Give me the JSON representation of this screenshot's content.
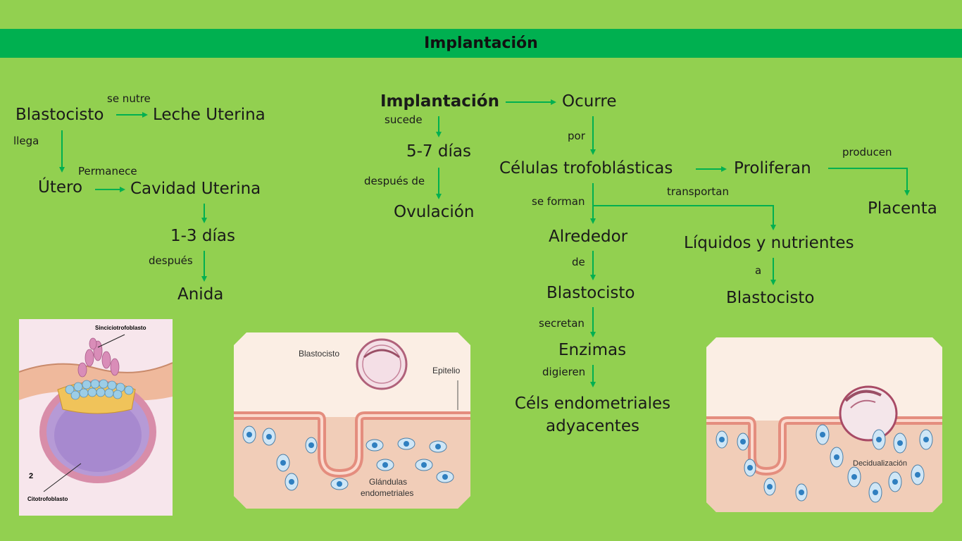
{
  "header": {
    "title": "Implantación"
  },
  "left_map": {
    "blastocisto": "Blastocisto",
    "se_nutre": "se nutre",
    "leche_uterina": "Leche Uterina",
    "llega": "llega",
    "utero": "Útero",
    "permanece": "Permanece",
    "cavidad_uterina": "Cavidad Uterina",
    "dias_1_3": "1-3 días",
    "despues": "después",
    "anida": "Anida"
  },
  "center_map": {
    "implantacion": "Implantación",
    "sucede": "sucede",
    "dias_5_7": "5-7 días",
    "despues_de": "después de",
    "ovulacion": "Ovulación"
  },
  "right_map": {
    "ocurre": "Ocurre",
    "por": "por",
    "celulas": "Células trofoblásticas",
    "proliferan": "Proliferan",
    "producen": "producen",
    "placenta": "Placenta",
    "se_forman": "se forman",
    "transportan": "transportan",
    "alrededor": "Alrededor",
    "de": "de",
    "blastocisto": "Blastocisto",
    "secretan": "secretan",
    "enzimas": "Enzimas",
    "digieren": "digieren",
    "cels_line1": "Céls endometriales",
    "cels_line2": "adyacentes",
    "liquidos": "Líquidos y nutrientes",
    "a": "a",
    "blastocisto2": "Blastocisto"
  },
  "figures": {
    "fig1": {
      "top_label": "Sinciciotrofoblasto",
      "bottom_label": "Citotrofoblasto",
      "number": "2"
    },
    "fig2": {
      "label_blastocisto": "Blastocisto",
      "label_epitelio": "Epitelio",
      "label_glandulas_1": "Glándulas",
      "label_glandulas_2": "endometriales"
    },
    "fig3": {
      "label": "Decidualización"
    }
  },
  "colors": {
    "background": "#92d050",
    "title_bar": "#00b050",
    "arrow": "#00b050"
  }
}
